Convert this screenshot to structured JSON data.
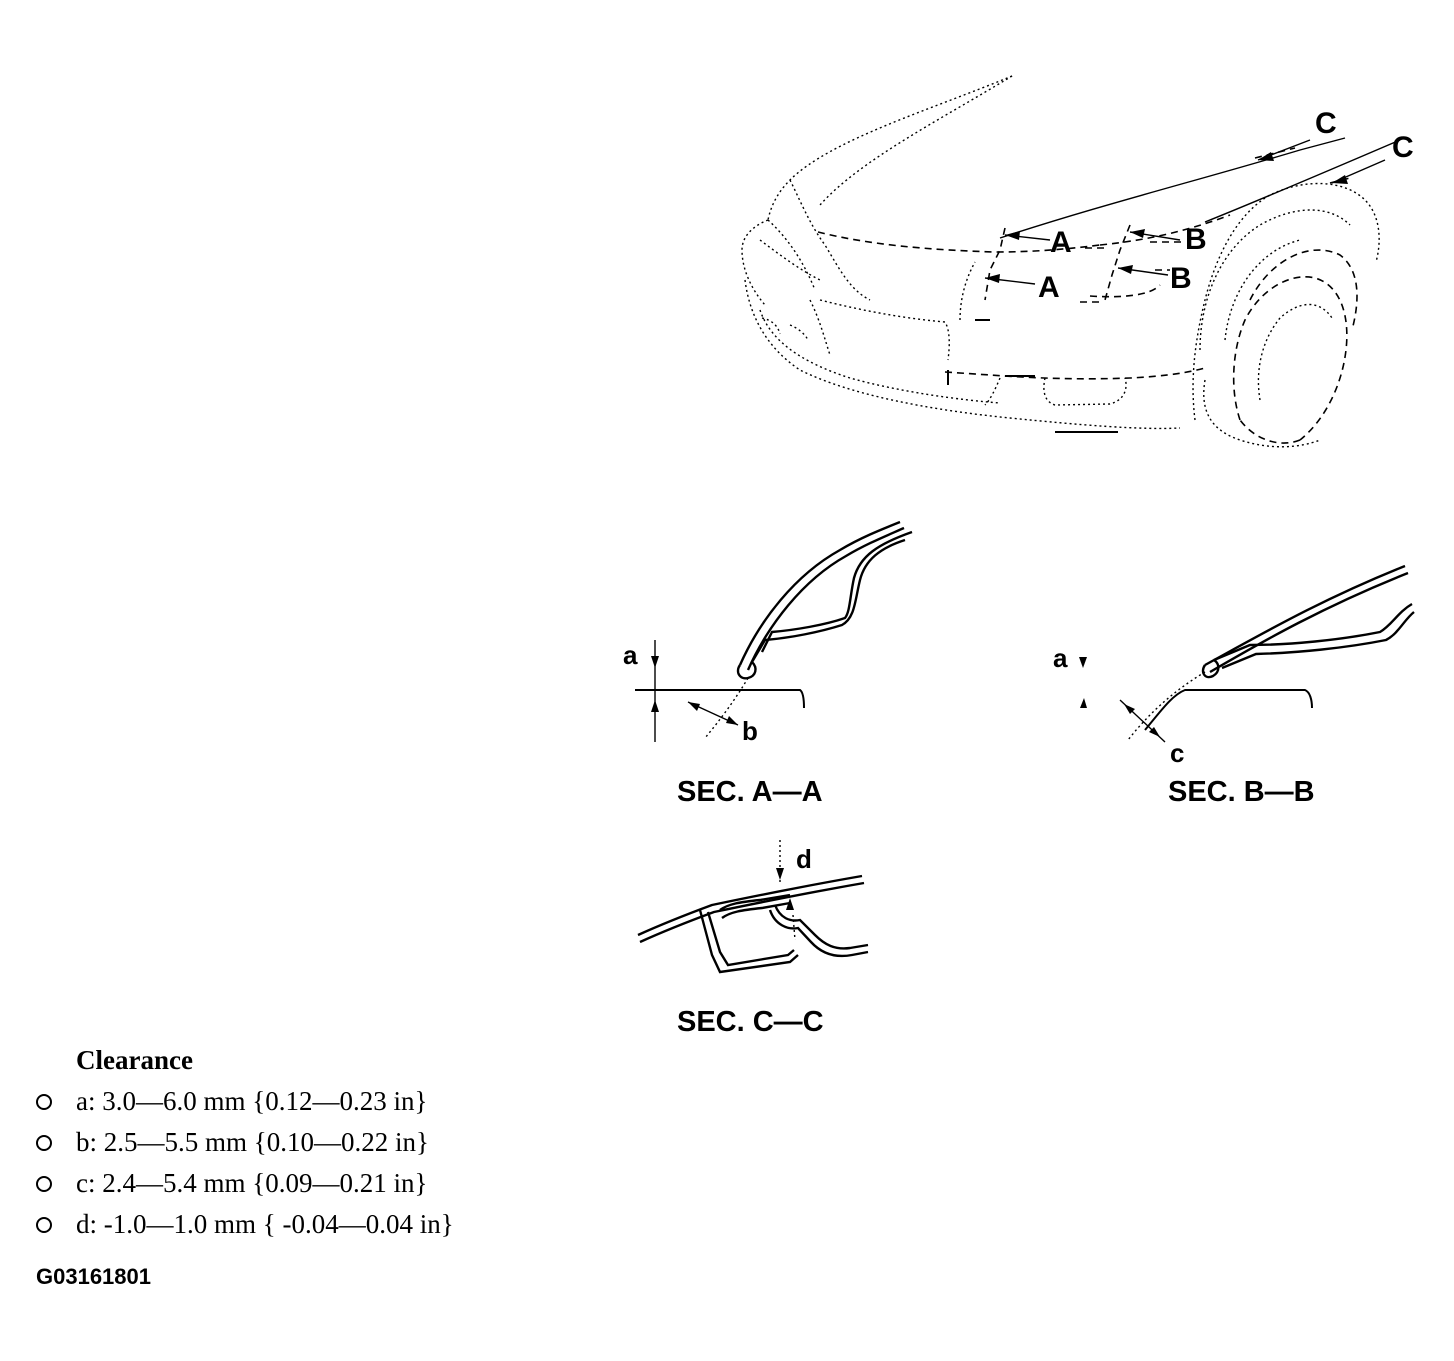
{
  "callouts": {
    "a1": "A",
    "a2": "A",
    "b1": "B",
    "b2": "B",
    "c1": "C",
    "c2": "C"
  },
  "sections": {
    "aa": {
      "title": "SEC. A—A",
      "dim_a": "a",
      "dim_b": "b"
    },
    "bb": {
      "title": "SEC. B—B",
      "dim_a": "a",
      "dim_c": "c"
    },
    "cc": {
      "title": "SEC. C—C",
      "dim_d": "d"
    }
  },
  "clearance": {
    "heading": "Clearance",
    "items": [
      "a: 3.0—6.0 mm {0.12—0.23 in}",
      "b: 2.5—5.5 mm {0.10—0.22 in}",
      "c: 2.4—5.4 mm {0.09—0.21 in}",
      "d: -1.0—1.0 mm { -0.04—0.04 in}"
    ]
  },
  "figure_code": "G03161801"
}
